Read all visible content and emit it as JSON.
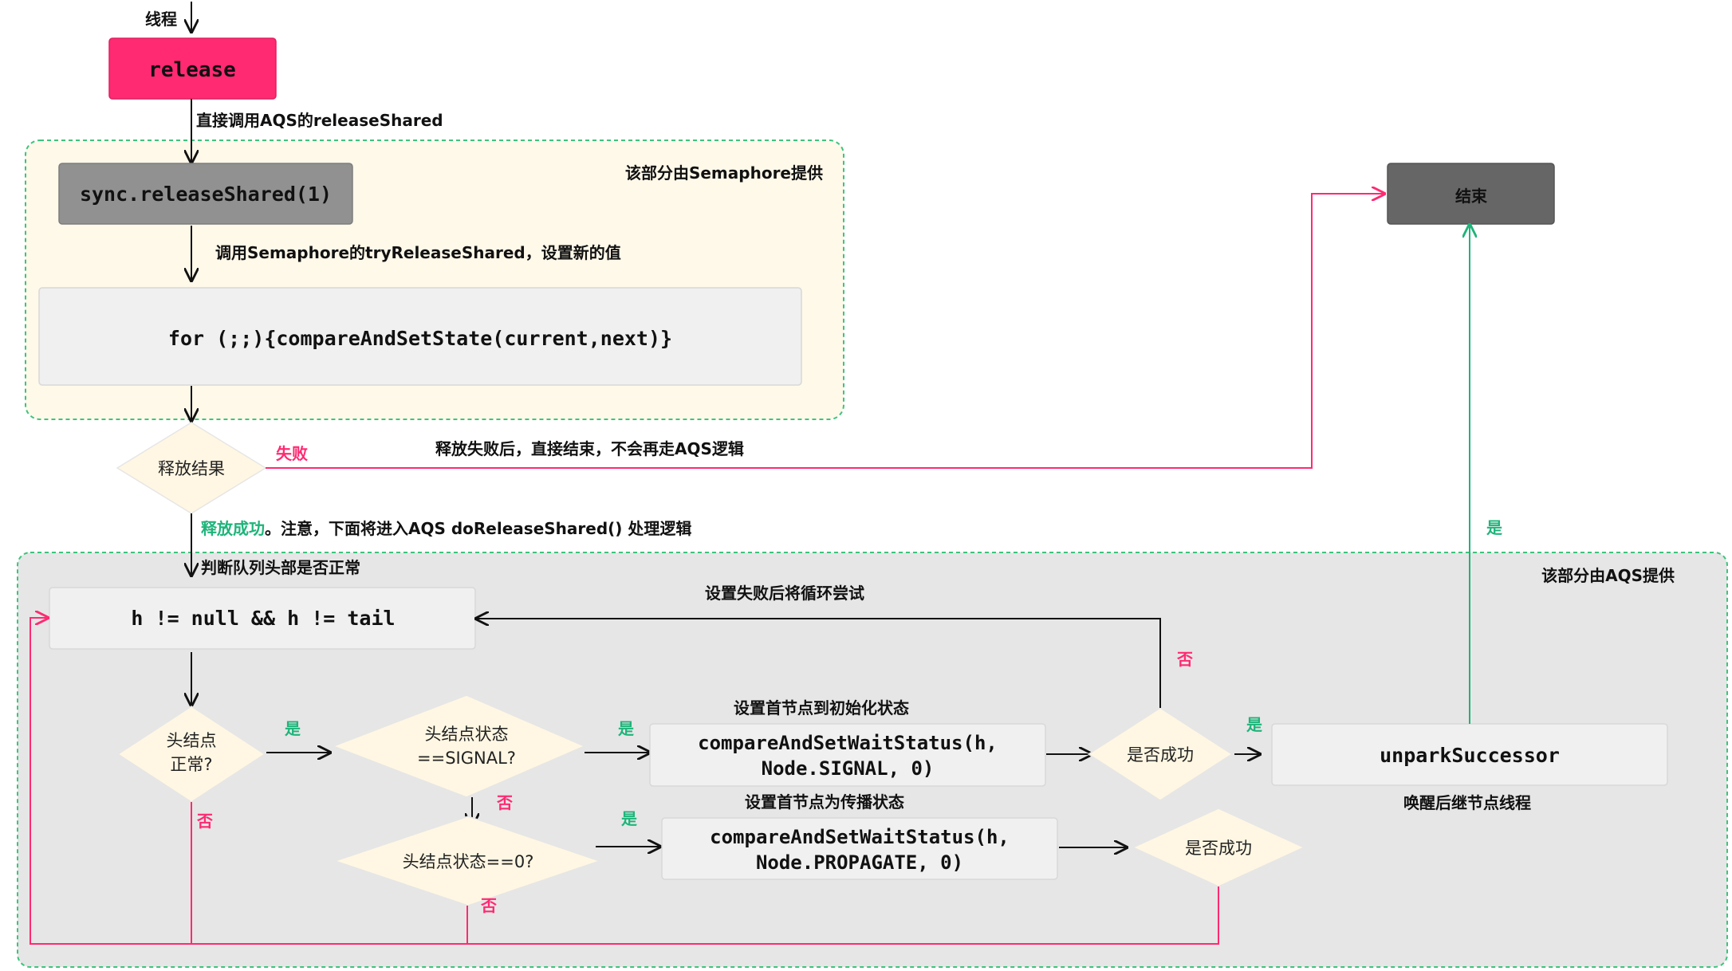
{
  "thread_label": "线程",
  "release": {
    "label": "release",
    "color": "#ff2a72"
  },
  "edge_direct_call": "直接调用AQS的releaseShared",
  "semaphore_region": {
    "label": "该部分由Semaphore提供",
    "fill": "#fff9ea",
    "border": "#3cc47c"
  },
  "sync_release": "sync.releaseShared(1)",
  "edge_try_release": "调用Semaphore的tryReleaseShared，设置新的值",
  "for_loop": "for (;;){compareAndSetState(current,next)}",
  "release_result": "释放结果",
  "fail_label": "失败",
  "fail_desc": "释放失败后，直接结束，不会再走AQS逻辑",
  "success_label": "释放成功",
  "success_desc": "。注意，下面将进入AQS doReleaseShared() 处理逻辑",
  "judge_head": "判断队列头部是否正常",
  "aqs_region": {
    "label": "该部分由AQS提供",
    "fill": "#e6e6e6",
    "border": "#3cc47c"
  },
  "h_check": "h != null && h != tail",
  "retry_label": "设置失败后将循环尝试",
  "head_normal": {
    "line1": "头结点",
    "line2": "正常?"
  },
  "signal_check": {
    "line1": "头结点状态",
    "line2": "==SIGNAL?"
  },
  "zero_check": "头结点状态==0?",
  "set_init_label": "设置首节点到初始化状态",
  "cas_signal": {
    "line1": "compareAndSetWaitStatus(h,",
    "line2": "Node.SIGNAL, 0)"
  },
  "set_propagate_label": "设置首节点为传播状态",
  "cas_propagate": {
    "line1": "compareAndSetWaitStatus(h,",
    "line2": "Node.PROPAGATE, 0)"
  },
  "success_check_1": "是否成功",
  "success_check_2": "是否成功",
  "unpark": "unparkSuccessor",
  "unpark_desc": "唤醒后继节点线程",
  "end": {
    "label": "结束",
    "color": "#666666"
  },
  "yes": "是",
  "no": "否",
  "colors": {
    "pink": "#ff2a72",
    "green": "#1fb47a",
    "diamond": "#fff7e3",
    "box": "#f0f0f0"
  }
}
